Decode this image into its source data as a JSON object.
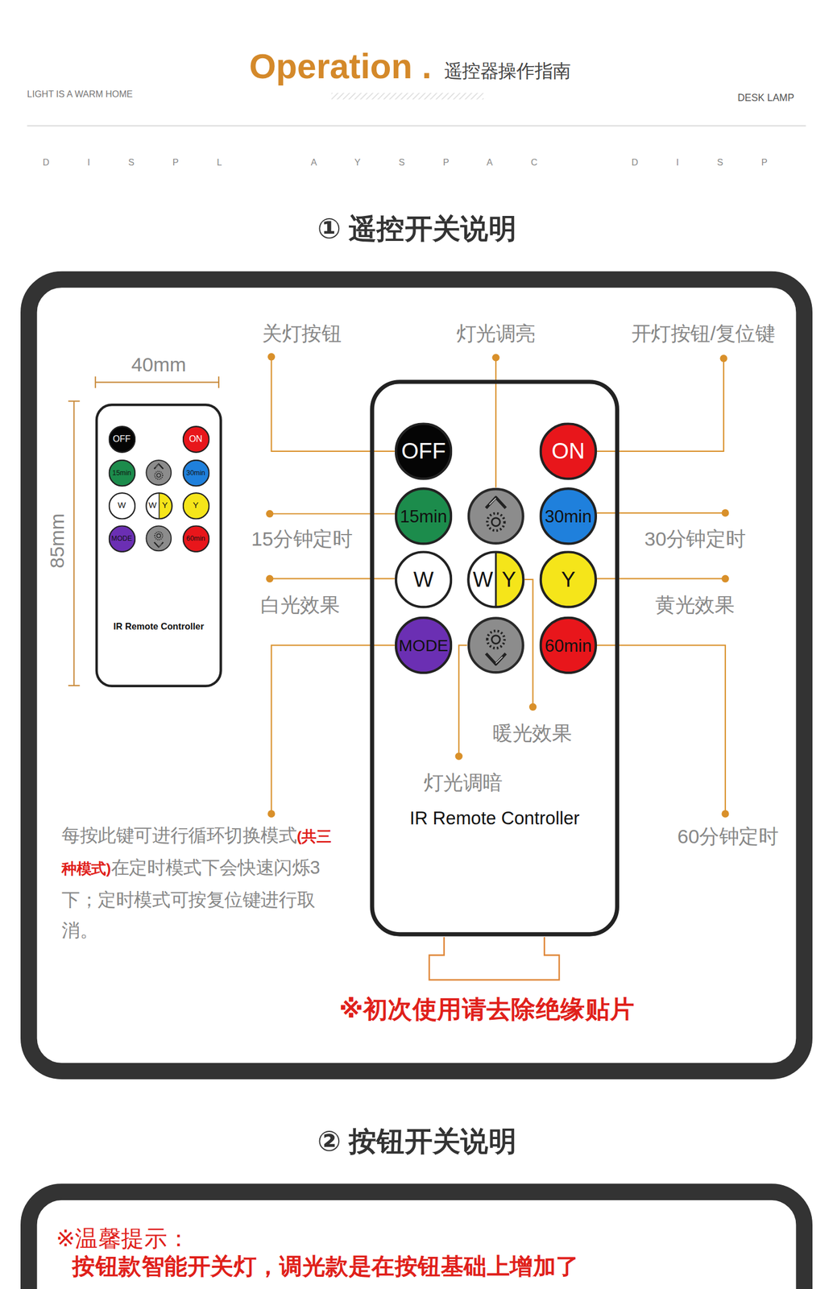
{
  "diagram": {
    "title": "Operation .",
    "nodes": [
      {
        "text": [
          "IR Remote Controller"
        ]
      },
      {
        "text": [
          "OFF"
        ],
        "in": 0
      },
      {
        "text": [
          "ON"
        ],
        "in": 0
      },
      {
        "text": [
          "15min"
        ],
        "in": 0
      },
      {
        "text": [
          "30min"
        ],
        "in": 0
      },
      {
        "text": [
          "W"
        ],
        "in": 0
      },
      {
        "text": [
          "W",
          "Y"
        ],
        "in": 0
      },
      {
        "text": [
          "Y"
        ],
        "in": 0
      },
      {
        "text": [
          "MODE"
        ],
        "in": 0
      },
      {
        "text": [
          "60min"
        ],
        "in": 0
      },
      {
        "text": [
          "IR Remote Controller"
        ]
      },
      {
        "text": [
          "OFF"
        ],
        "in": 10
      },
      {
        "text": [
          "ON"
        ],
        "in": 10
      },
      {
        "text": [
          "15min"
        ],
        "in": 10
      },
      {
        "text": [
          "30min"
        ],
        "in": 10
      },
      {
        "text": [
          "W"
        ],
        "in": 10
      },
      {
        "text": [
          "W",
          "Y"
        ],
        "in": 10
      },
      {
        "text": [
          "Y"
        ],
        "in": 10
      },
      {
        "text": [
          "MODE"
        ],
        "in": 10
      },
      {
        "text": [
          "60min"
        ],
        "in": 10
      },
      {
        "text": [
          "※温馨提示：",
          "按钮款智能开关灯，调光款是在按钮基础上增加了"
        ]
      }
    ],
    "labels": [
      "LIGHT IS A WARM HOME",
      "遥控器操作指南",
      "DESK LAMP",
      "DISPL",
      "AYSPAC",
      "DISP",
      "① 遥控开关说明",
      "40mm",
      "85mm",
      "关灯按钮",
      "灯光调亮",
      "开灯按钮/复位键",
      "15分钟定时",
      "30分钟定时",
      "白光效果",
      "黄光效果",
      "暖光效果",
      "灯光调暗",
      "60分钟定时",
      "每按此键可进行循环切换模式",
      "(共三种模式)",
      "在定时模式下会快速闪烁3下；定时模式可按复位键进行取消。",
      "※初次使用请去除绝缘贴片",
      "② 按钮开关说明"
    ]
  }
}
